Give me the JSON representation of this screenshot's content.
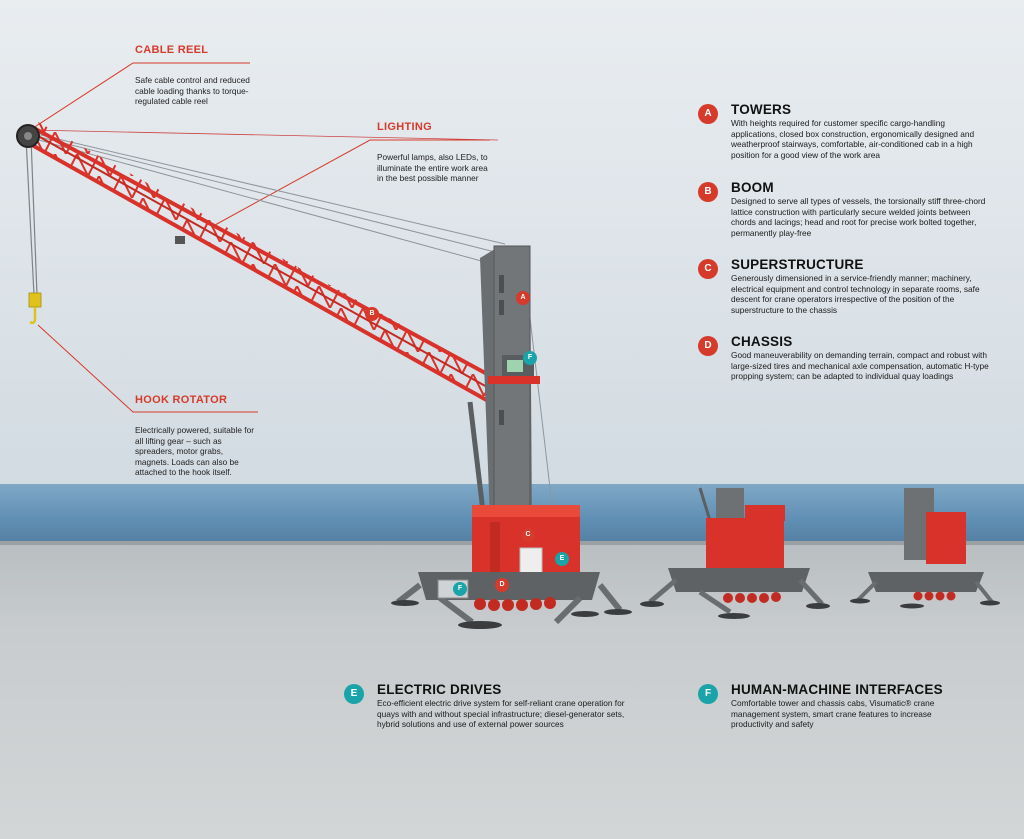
{
  "callouts": {
    "cable_reel": {
      "title": "CABLE REEL",
      "text": "Safe cable control and reduced cable loading thanks to torque-regulated cable reel"
    },
    "lighting": {
      "title": "LIGHTING",
      "text": "Powerful lamps, also LEDs, to illuminate the entire work area in the best possible manner"
    },
    "hook_rotator": {
      "title": "HOOK ROTATOR",
      "text": "Electrically powered, suitable for all lifting gear – such as spreaders, motor grabs, magnets. Loads can also be attached to the hook itself."
    }
  },
  "sections": [
    {
      "badge": "A",
      "title": "TOWERS",
      "text": "With heights required for customer specific cargo-handling applications, closed box construction, ergonomically designed and weatherproof stairways, comfortable, air-conditioned cab in a high position for a good view of the work area",
      "color": "#d63a2a"
    },
    {
      "badge": "B",
      "title": "BOOM",
      "text": "Designed to serve all types of vessels, the torsionally stiff three-chord lattice construction with particularly secure welded joints between chords and lacings; head and root for precise work bolted together, permanently play-free",
      "color": "#d63a2a"
    },
    {
      "badge": "C",
      "title": "SUPERSTRUCTURE",
      "text": "Generously dimensioned in a service-friendly manner; machinery, electrical equipment and control technology in separate rooms, safe descent for crane operators irrespective of the position of the superstructure to the chassis",
      "color": "#d63a2a"
    },
    {
      "badge": "D",
      "title": "CHASSIS",
      "text": "Good maneuverability on demanding terrain, compact and robust with large-sized tires and mechanical axle compensation, automatic H-type propping system; can be adapted to individual quay loadings",
      "color": "#d63a2a"
    },
    {
      "badge": "E",
      "title": "ELECTRIC DRIVES",
      "text": "Eco-efficient electric drive system for self-reliant crane operation for quays with and without special infrastructure; diesel-generator sets, hybrid solutions and use of external power sources",
      "color": "#1aa3a8"
    },
    {
      "badge": "F",
      "title": "HUMAN-MACHINE INTERFACES",
      "text": "Comfortable tower and chassis cabs, Visumatic® crane management system, smart crane features to increase productivity and safety",
      "color": "#1aa3a8"
    }
  ],
  "pins": {
    "a": "A",
    "b": "B",
    "c": "C",
    "d": "D",
    "e": "E",
    "f1": "F",
    "f2": "F"
  },
  "colors": {
    "accent_red": "#d63a2a",
    "accent_teal": "#1aa3a8",
    "steel_grey": "#6b6e71"
  }
}
